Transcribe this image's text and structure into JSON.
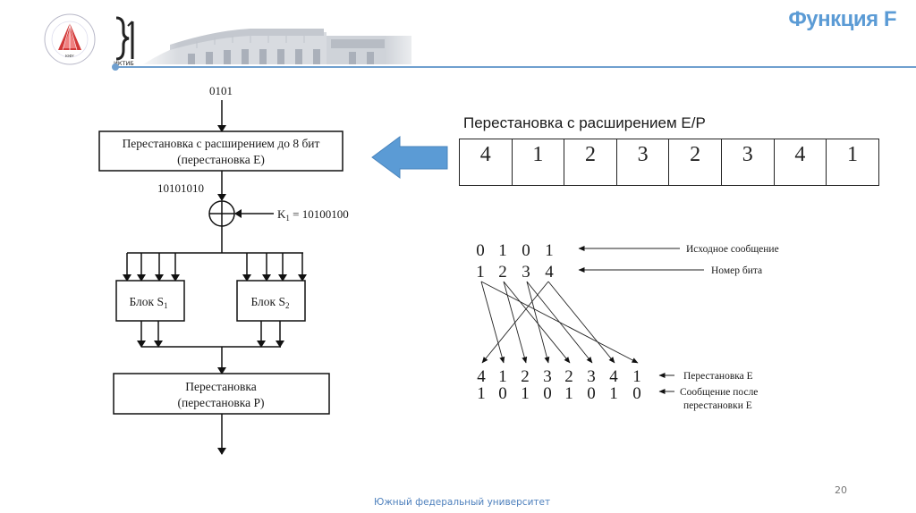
{
  "header": {
    "title": "Функция F",
    "logo_caption": "ИКТИБ",
    "university_seal_text": "Южный федеральный университет",
    "accent_color": "#5b9bd5"
  },
  "flowchart": {
    "input_label": "0101",
    "expansion_box": {
      "line1": "Перестановка с расширением до 8 бит",
      "line2": "(перестановка E)"
    },
    "expanded_label": "10101010",
    "xor_symbol": "⊕",
    "key_label": "K",
    "key_subscript": "1",
    "key_value": " = 10100100",
    "sbox1": {
      "label": "Блок S",
      "sub": "1"
    },
    "sbox2": {
      "label": "Блок S",
      "sub": "2"
    },
    "p_box": {
      "line1": "Перестановка",
      "line2": "(перестановка P)"
    }
  },
  "ep_table": {
    "title": "Перестановка с расширением E/P",
    "values": [
      "4",
      "1",
      "2",
      "3",
      "2",
      "3",
      "4",
      "1"
    ],
    "arrow_color": "#5b9bd5"
  },
  "bit_mapping": {
    "source_bits": [
      "0",
      "1",
      "0",
      "1"
    ],
    "bit_numbers": [
      "1",
      "2",
      "3",
      "4"
    ],
    "permutation_e": [
      "4",
      "1",
      "2",
      "3",
      "2",
      "3",
      "4",
      "1"
    ],
    "result_bits": [
      "1",
      "0",
      "1",
      "0",
      "1",
      "0",
      "1",
      "0"
    ],
    "labels": {
      "source": "Исходное сообщение",
      "bit_number": "Номер бита",
      "permutation": "Перестановка E",
      "result_line1": "Сообщение после",
      "result_line2": "перестановки E"
    }
  },
  "footer": {
    "university": "Южный федеральный университет",
    "page_number": "20"
  }
}
